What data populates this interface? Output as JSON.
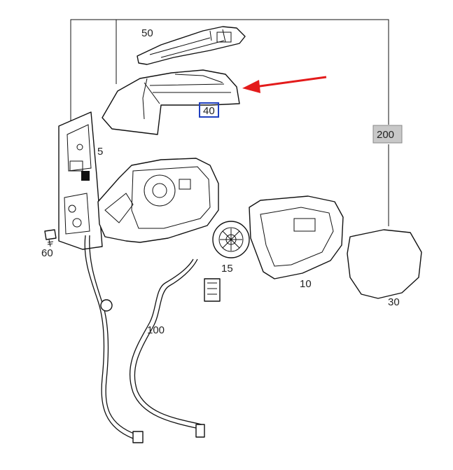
{
  "callouts": {
    "p50": "50",
    "p40": "40",
    "p5": "5",
    "p200": "200",
    "p60": "60",
    "p15": "15",
    "p10": "10",
    "p30": "30",
    "p100": "100"
  },
  "colors": {
    "highlight_arrow": "#e31b1b",
    "highlight_box": "#1f3fbf",
    "badge_fill": "#c8c8c8",
    "line": "#111111"
  },
  "highlighted_part": "40"
}
